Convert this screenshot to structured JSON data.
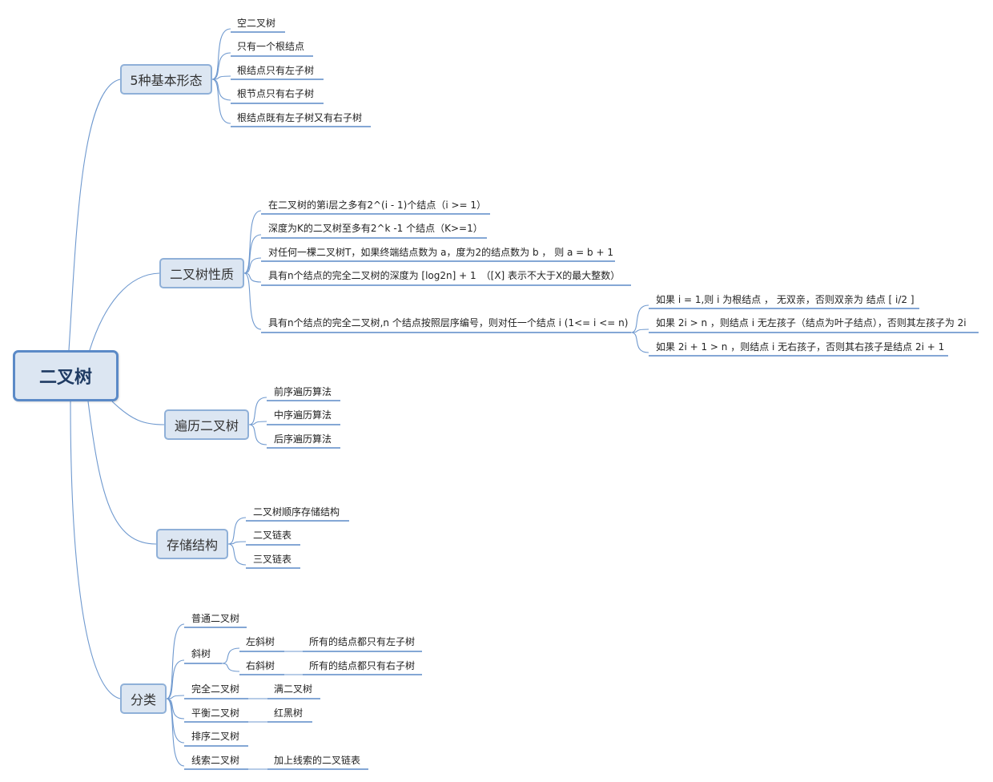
{
  "root": "二叉树",
  "branches": {
    "forms": {
      "label": "5种基本形态",
      "items": [
        "空二叉树",
        "只有一个根结点",
        "根结点只有左子树",
        "根节点只有右子树",
        "根结点既有左子树又有右子树"
      ]
    },
    "properties": {
      "label": "二叉树性质",
      "items": [
        "在二叉树的第i层之多有2^(i - 1)个结点（i >= 1）",
        "深度为K的二叉树至多有2^k -1 个结点（K>=1）",
        "对任何一棵二叉树T，如果终端结点数为 a，度为2的结点数为 b ， 则 a = b + 1",
        "具有n个结点的完全二叉树的深度为 [log2n] + 1　（[X] 表示不大于X的最大整数）",
        "具有n个结点的完全二叉树,n 个结点按照层序编号，则对任一个结点 i (1<= i <= n)"
      ],
      "subitems": [
        "如果 i = 1,则 i 为根结点 ， 无双亲，否则双亲为 结点 [ i/2 ]",
        "如果 2i > n ，则结点 i 无左孩子（结点为叶子结点），否则其左孩子为 2i",
        "如果 2i + 1 > n ，则结点 i 无右孩子，否则其右孩子是结点 2i + 1"
      ]
    },
    "traversal": {
      "label": "遍历二叉树",
      "items": [
        "前序遍历算法",
        "中序遍历算法",
        "后序遍历算法"
      ]
    },
    "storage": {
      "label": "存储结构",
      "items": [
        "二叉树顺序存储结构",
        "二叉链表",
        "三叉链表"
      ]
    },
    "categories": {
      "label": "分类",
      "normal": "普通二叉树",
      "skew": "斜树",
      "left_skew": "左斜树",
      "left_skew_desc": "所有的结点都只有左子树",
      "right_skew": "右斜树",
      "right_skew_desc": "所有的结点都只有右子树",
      "complete": "完全二叉树",
      "full": "满二叉树",
      "balanced": "平衡二叉树",
      "red_black": "红黑树",
      "sorted": "排序二叉树",
      "threaded": "线索二叉树",
      "threaded_desc": "加上线索的二叉链表"
    }
  },
  "colors": {
    "line": "#6f99cf",
    "underline": "#5b8ac7",
    "node_fill": "#dce6f2",
    "node_border": "#8fb0d8",
    "root_border": "#5b8ac7"
  }
}
